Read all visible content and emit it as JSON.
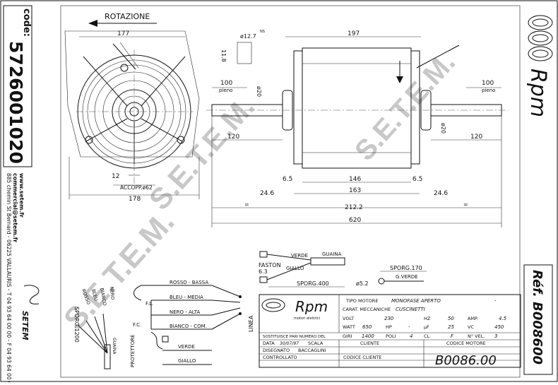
{
  "left_strip": {
    "code_label": "code:",
    "code_number": "5726001020",
    "address_line": "885 chemin St Bernard - 06225 VALLAURIS - T 04 93 64 00 00 - F 04 93 64 00 01",
    "email": "commercial@setem.fr",
    "website": "www.setem.fr",
    "logo_text": "SETEM"
  },
  "right_strip": {
    "brand": "Rpm",
    "ref_label": "Réf. B008600"
  },
  "front_view": {
    "rotation_label": "ROTAZIONE",
    "dim_177": "177",
    "dim_12": "12",
    "accoppiamento": "ACCOPP.ø62",
    "dim_178": "178"
  },
  "side_view": {
    "dim_12_7": "ø12.7",
    "ns_label": "NS",
    "dim_11_8": "11.8",
    "dim_197": "197",
    "dim_100_left": "100",
    "pieno_left": "pieno",
    "dim_100_right": "100",
    "pieno_right": "pieno",
    "dia_20_left": "ø20",
    "dia_20_right": "ø20",
    "dim_120_left": "120",
    "dim_120_right": "120",
    "dim_6_5_left": "6.5",
    "dim_146": "146",
    "dim_6_5_right": "6.5",
    "dim_24_6_left": "24.6",
    "dim_163": "163",
    "dim_24_6_right": "24.6",
    "dim_212_2": "212.2",
    "dim_620": "620",
    "eq_left": "=",
    "eq_right": "="
  },
  "cable_detail": {
    "verde": "VERDE",
    "giallo": "GIALLO",
    "guaina": "GUAINA",
    "faston_label": "FASTON",
    "faston_size": "6.3",
    "sporg_400": "SPORG.400",
    "sporg_170": "SPORG.170",
    "g_verde": "G.VERDE",
    "dim_5_2": "ø5.2"
  },
  "wiring": {
    "wire_labels": [
      "ROSSO",
      "BLEU",
      "BIANCO",
      "NERO"
    ],
    "sporg_1200": "SPORG.1200",
    "guaina": "GUAINA",
    "protettore": "PROTETTORE",
    "fl": "F.L.",
    "fc": "F.C.",
    "rosso_bassa": "ROSSO - BASSA",
    "bleu_media": "BLEU - MEDIA",
    "nero_alta": "NERO - ALTA",
    "bianco_com": "BIANCO - COM.",
    "verde": "VERDE",
    "giallo": "GIALLO",
    "linea": "LINEA"
  },
  "title_block": {
    "logo": "Rpm",
    "logo_sub": "motori elettrici",
    "tipo_motore_label": "TIPO MOTORE",
    "tipo_motore_value": "MONOFASE APERTO",
    "carat_label": "CARAT. MECCANICHE",
    "carat_value": "CUSCINETTI",
    "volt_label": "VOLT",
    "volt_value": "230",
    "hz_label": "HZ",
    "hz_value": "50",
    "amp_label": "AMP.",
    "amp_value": "4.5",
    "watt_label": "WATT",
    "watt_value": "650",
    "hp_label": "HP",
    "hp_value": "-",
    "uf_label": "µF",
    "uf_value": "25",
    "vc_label": "VC",
    "vc_value": "450",
    "giri_label": "GIRI",
    "giri_value": "1400",
    "poli_label": "POLI",
    "poli_value": "4",
    "cl_label": "CL.",
    "cl_value": "F",
    "nvel_label": "N° VEL.",
    "nvel_value": "3",
    "dash_value": "-",
    "sostituisce_label": "SOSTITUISCE PARI NUMERO DEL",
    "cliente_label": "CLIENTE",
    "codice_motore_label": "CODICE MOTORE",
    "data_label": "DATA",
    "data_value": "30/07/97",
    "scala_label": "SCALA",
    "disegnato_label": "DISEGNATO",
    "disegnato_value": "BACCAGLINI",
    "controllato_label": "CONTROLLATO",
    "codice_cliente_label": "CODICE CLIENTE",
    "codice_motore_value": "B0086.00"
  },
  "watermark": "S.E.T.E.M.",
  "colors": {
    "ink": "#111111",
    "watermark": "#c8c8c8"
  }
}
